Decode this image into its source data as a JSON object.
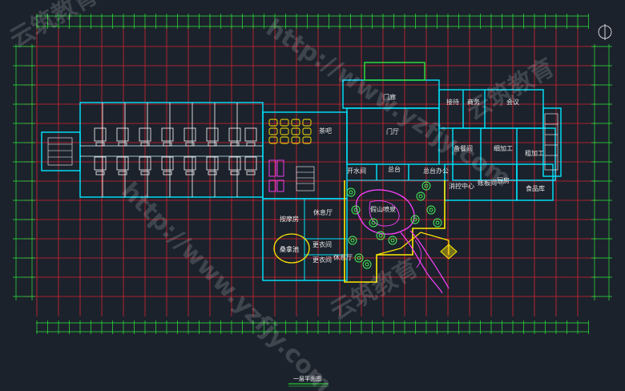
{
  "drawing": {
    "title": "一层平面图",
    "colors": {
      "background": "#1b222c",
      "grid": "#d8252f",
      "dimension": "#2ee83a",
      "wall": "#00e7ff",
      "wall_light": "#d0f6ff",
      "garden": "#ffea00",
      "path": "#ff40ff",
      "tree": "#4bff5a",
      "text": "#e8e8e8"
    }
  },
  "rooms": [
    {
      "id": "menting",
      "label": "门厅"
    },
    {
      "id": "menlang",
      "label": "门廊"
    },
    {
      "id": "jiedai",
      "label": "接待"
    },
    {
      "id": "shangwu",
      "label": "商务"
    },
    {
      "id": "huiyi",
      "label": "会议"
    },
    {
      "id": "chaba",
      "label": "茶吧"
    },
    {
      "id": "beicanjian",
      "label": "备餐间"
    },
    {
      "id": "xijiagong",
      "label": "细加工"
    },
    {
      "id": "cujiagong",
      "label": "粗加工"
    },
    {
      "id": "kaishuijian",
      "label": "开水间"
    },
    {
      "id": "zongtai",
      "label": "总台"
    },
    {
      "id": "zongtaibangong",
      "label": "总台办公"
    },
    {
      "id": "xiaokong",
      "label": "消控中心"
    },
    {
      "id": "zhangbanjian",
      "label": "账板间"
    },
    {
      "id": "chufang",
      "label": "厨房"
    },
    {
      "id": "shipinku",
      "label": "食品库"
    },
    {
      "id": "anmofang",
      "label": "按摩房"
    },
    {
      "id": "xiuxiting1",
      "label": "休息厅"
    },
    {
      "id": "xiuxiting2",
      "label": "休息厅"
    },
    {
      "id": "gengyijian1",
      "label": "更衣间"
    },
    {
      "id": "gengyijian2",
      "label": "更衣间"
    },
    {
      "id": "sangnachi",
      "label": "桑拿池"
    },
    {
      "id": "jiashan",
      "label": "假山喷泉"
    }
  ],
  "watermarks": [
    {
      "text": "http://www.yzfjy.com"
    },
    {
      "text": "云筑教育"
    }
  ]
}
